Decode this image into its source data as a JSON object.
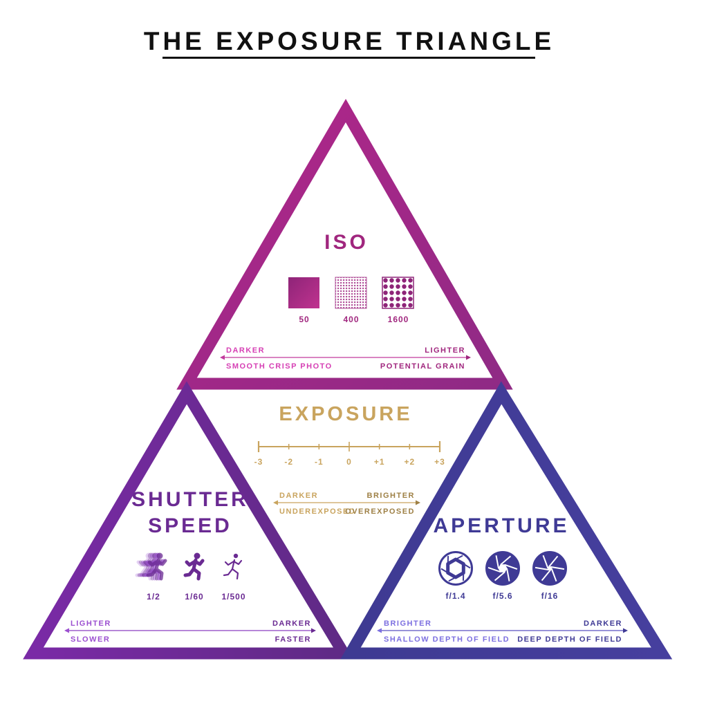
{
  "title": "THE EXPOSURE TRIANGLE",
  "colors": {
    "iso": "#a0267e",
    "iso_light": "#d63fb4",
    "shutter": "#6a2a92",
    "shutter_light": "#9b4fd0",
    "aperture": "#3f3a95",
    "aperture_light": "#7c6fe0",
    "exposure": "#c9a45e",
    "text": "#111111"
  },
  "iso": {
    "heading": "ISO",
    "icons": [
      {
        "name": "iso-50-icon",
        "label": "50"
      },
      {
        "name": "iso-400-icon",
        "label": "400"
      },
      {
        "name": "iso-1600-icon",
        "label": "1600"
      }
    ],
    "scale": {
      "left_top": "DARKER",
      "right_top": "LIGHTER",
      "left_bottom": "SMOOTH CRISP PHOTO",
      "right_bottom": "POTENTIAL GRAIN"
    }
  },
  "exposure": {
    "heading": "EXPOSURE",
    "ticks": [
      "-3",
      "-2",
      "-1",
      "0",
      "+1",
      "+2",
      "+3"
    ],
    "scale": {
      "left_top": "DARKER",
      "right_top": "BRIGHTER",
      "left_bottom": "UNDEREXPOSED",
      "right_bottom": "OVEREXPOSED"
    }
  },
  "shutter": {
    "heading_line1": "SHUTTER",
    "heading_line2": "SPEED",
    "icons": [
      {
        "name": "blurred-runner-icon",
        "label": "1/2"
      },
      {
        "name": "runner-icon",
        "label": "1/60"
      },
      {
        "name": "sharp-runner-icon",
        "label": "1/500"
      }
    ],
    "scale": {
      "left_top": "LIGHTER",
      "right_top": "DARKER",
      "left_bottom": "SLOWER",
      "right_bottom": "FASTER"
    }
  },
  "aperture": {
    "heading": "APERTURE",
    "icons": [
      {
        "name": "aperture-wide-icon",
        "label": "f/1.4"
      },
      {
        "name": "aperture-medium-icon",
        "label": "f/5.6"
      },
      {
        "name": "aperture-narrow-icon",
        "label": "f/16"
      }
    ],
    "scale": {
      "left_top": "BRIGHTER",
      "right_top": "DARKER",
      "left_bottom": "SHALLOW DEPTH OF FIELD",
      "right_bottom": "DEEP DEPTH OF FIELD"
    }
  }
}
